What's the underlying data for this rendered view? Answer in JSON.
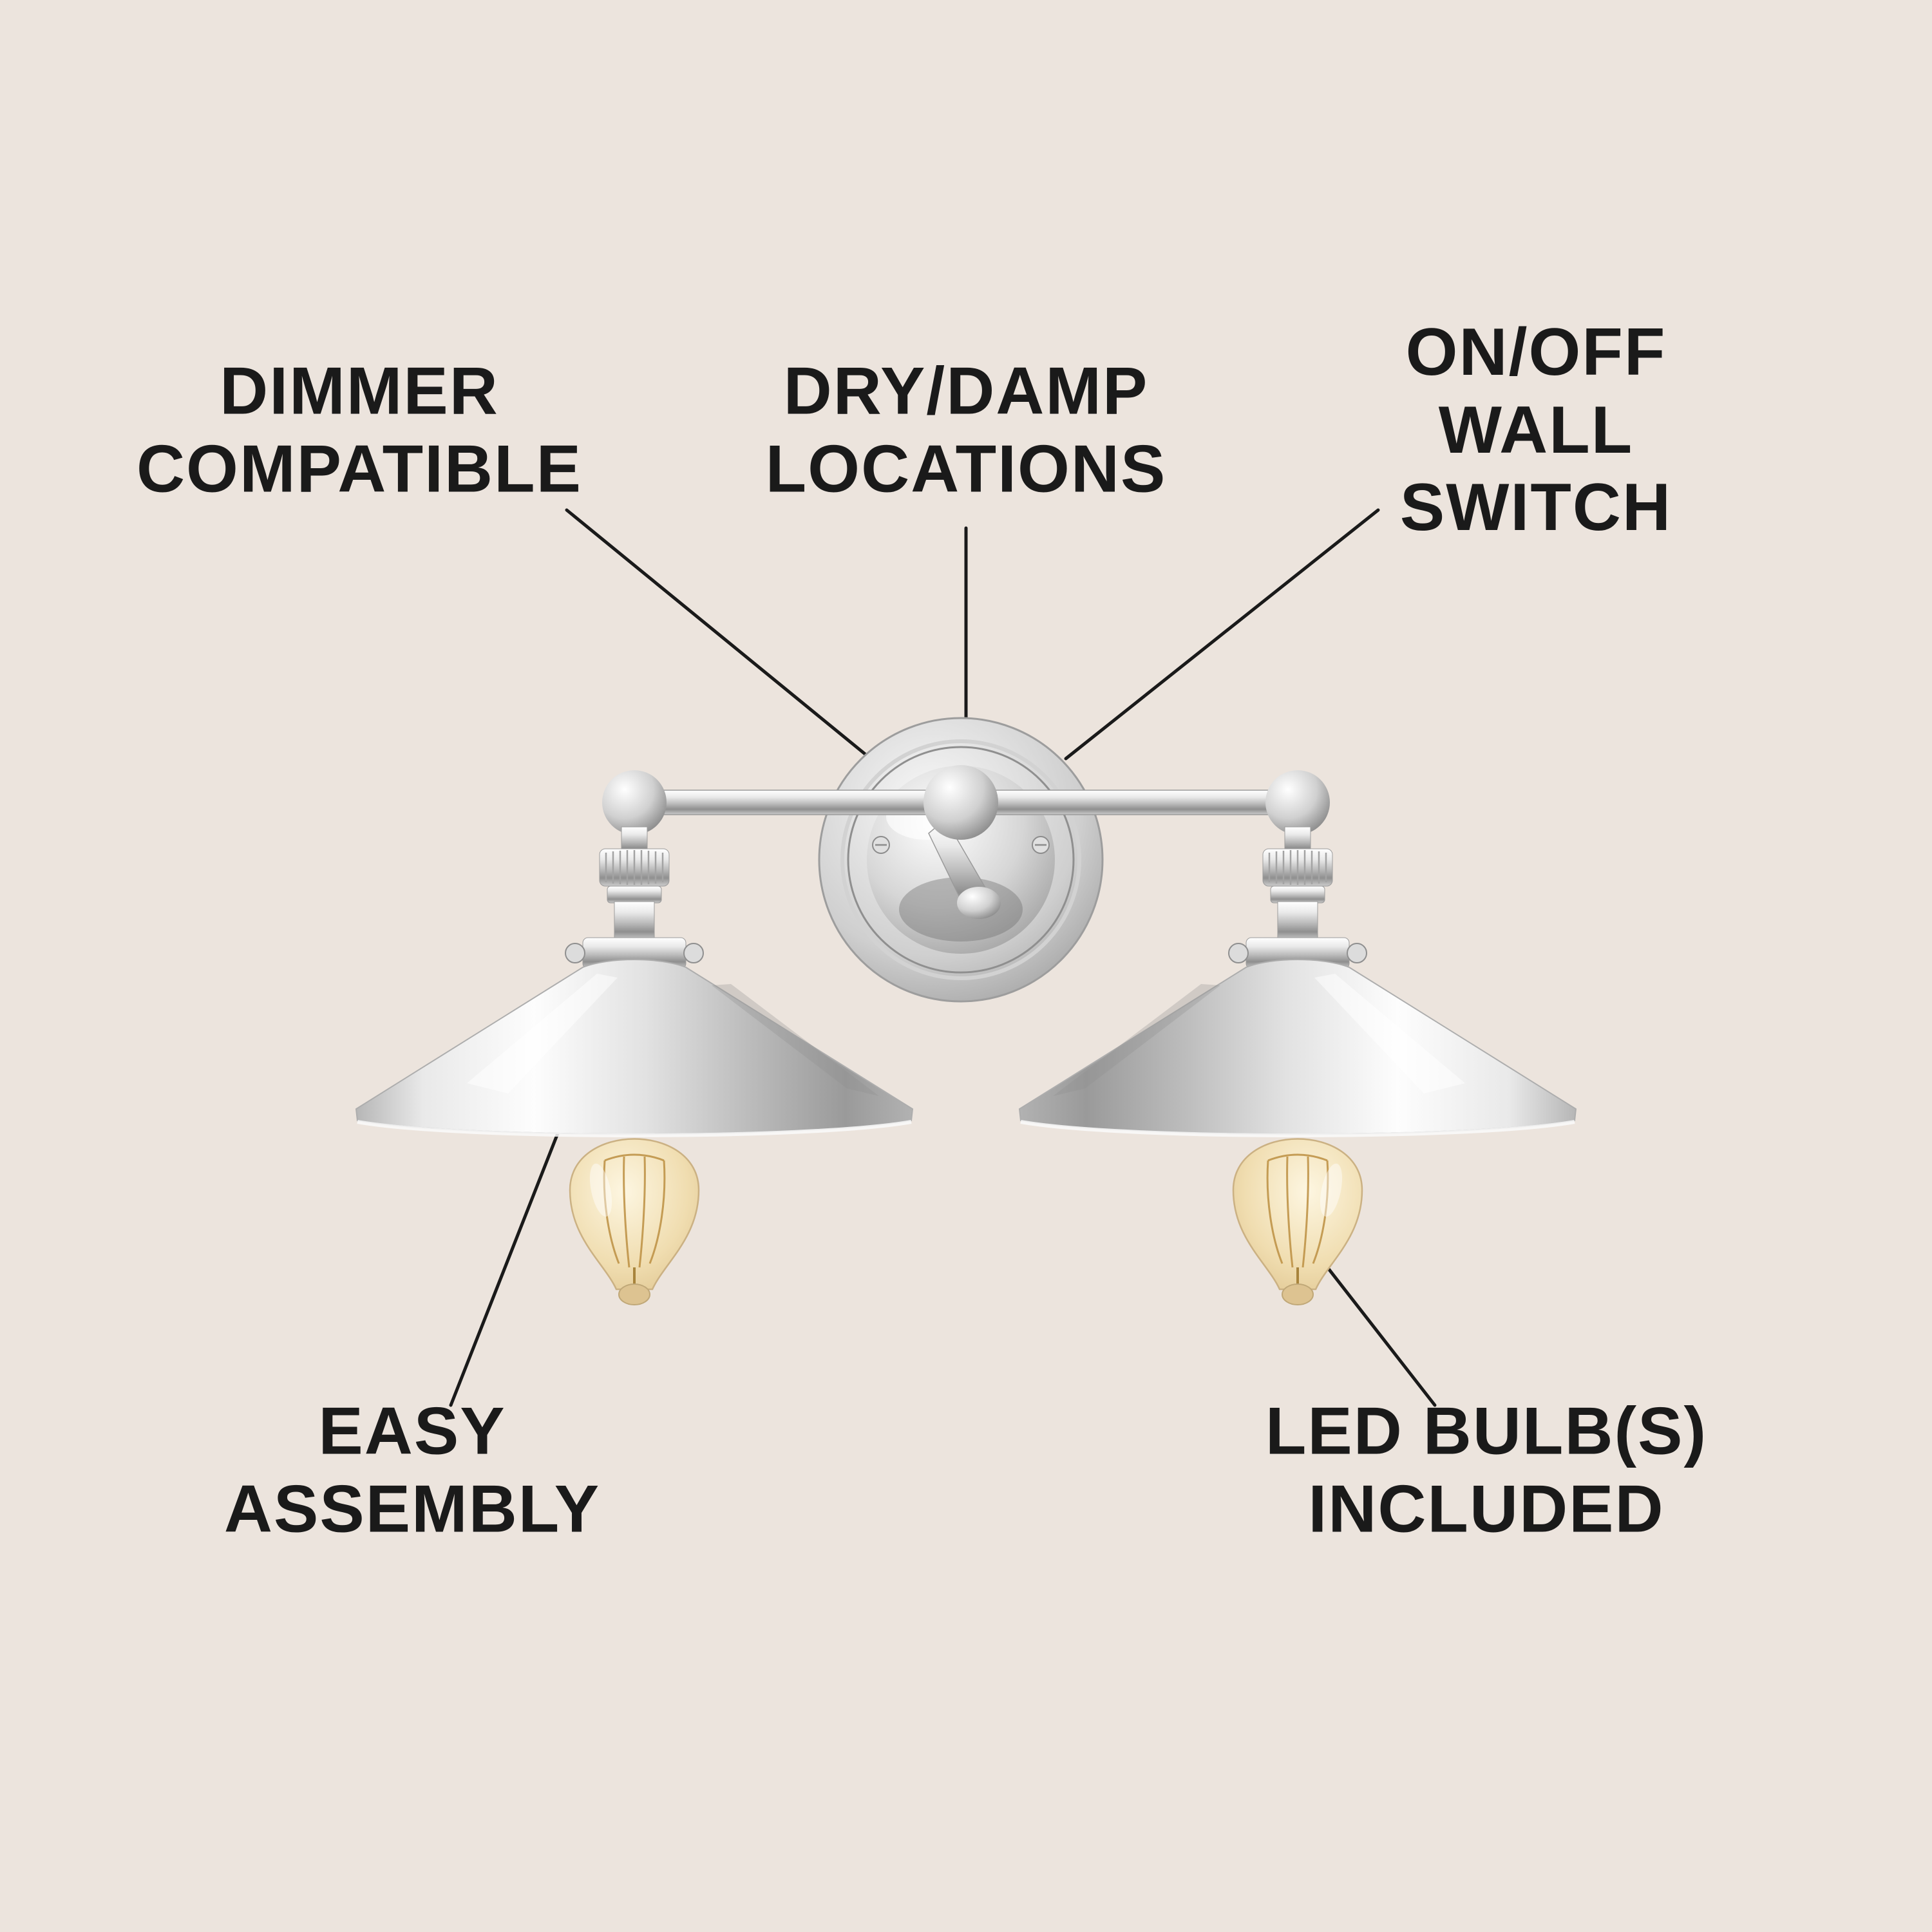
{
  "colors": {
    "background": "#ece4dd",
    "label-text": "#1a1a1a",
    "callout-line": "#1a1a1a",
    "chrome-highlight": "#ffffff",
    "chrome-shadow": "#8f8f8f",
    "bulb-glass": "#f0ddb0"
  },
  "callouts": {
    "dimmer": {
      "label": "DIMMER\nCOMPATIBLE"
    },
    "locations": {
      "label": "DRY/DAMP\nLOCATIONS"
    },
    "switch": {
      "label": "ON/OFF WALL\nSWITCH"
    },
    "assembly": {
      "label": "EASY\nASSEMBLY"
    },
    "bulbs": {
      "label": "LED BULB(S)\nINCLUDED"
    }
  }
}
